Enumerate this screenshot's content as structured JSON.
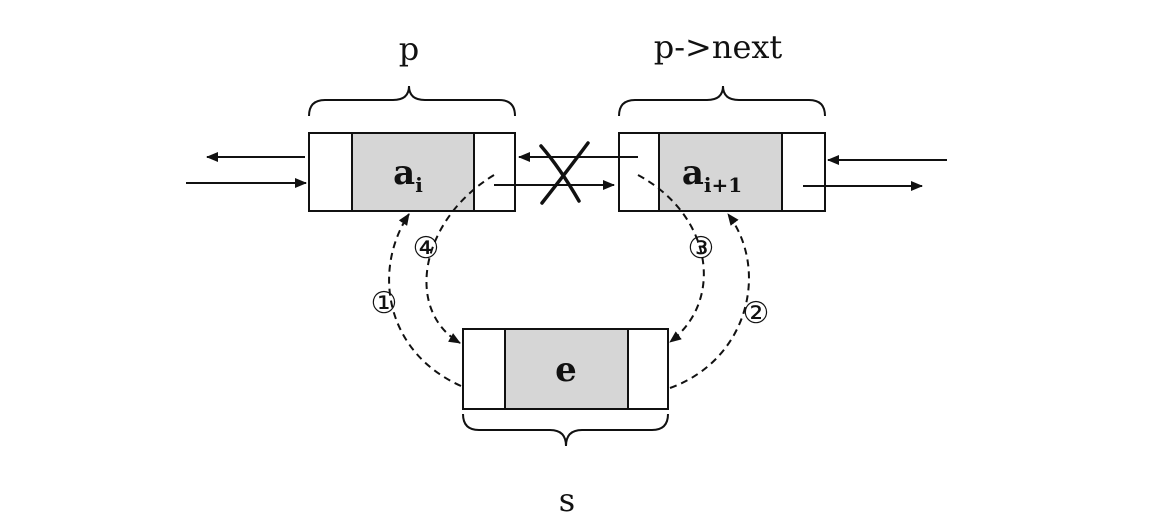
{
  "labels": {
    "p": "p",
    "p_next": "p->next",
    "s": "s"
  },
  "nodes": {
    "left": {
      "base": "a",
      "sub": "i"
    },
    "right": {
      "base": "a",
      "sub": "i+1"
    },
    "new": {
      "base": "e"
    }
  },
  "steps": [
    "①",
    "②",
    "③",
    "④"
  ],
  "colors": {
    "data_fill": "#d6d6d6",
    "stroke": "#111111"
  }
}
